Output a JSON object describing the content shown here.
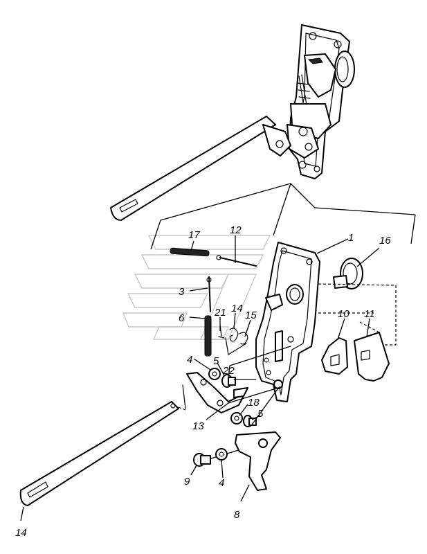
{
  "callouts": [
    {
      "id": "c1",
      "text": "1"
    },
    {
      "id": "c16",
      "text": "16"
    },
    {
      "id": "c17",
      "text": "17"
    },
    {
      "id": "c12",
      "text": "12"
    },
    {
      "id": "c3",
      "text": "3"
    },
    {
      "id": "c6",
      "text": "6"
    },
    {
      "id": "c21",
      "text": "21"
    },
    {
      "id": "c14a",
      "text": "14"
    },
    {
      "id": "c15",
      "text": "15"
    },
    {
      "id": "c10",
      "text": "10"
    },
    {
      "id": "c11",
      "text": "11"
    },
    {
      "id": "c4a",
      "text": "4"
    },
    {
      "id": "c5a",
      "text": "5"
    },
    {
      "id": "c22",
      "text": "22"
    },
    {
      "id": "c13",
      "text": "13"
    },
    {
      "id": "c18",
      "text": "18"
    },
    {
      "id": "c5b",
      "text": "5"
    },
    {
      "id": "c9",
      "text": "9"
    },
    {
      "id": "c4b",
      "text": "4"
    },
    {
      "id": "c8",
      "text": "8"
    },
    {
      "id": "c14b",
      "text": "14"
    }
  ],
  "icons": {
    "watermark": "faint-logo-watermark"
  }
}
